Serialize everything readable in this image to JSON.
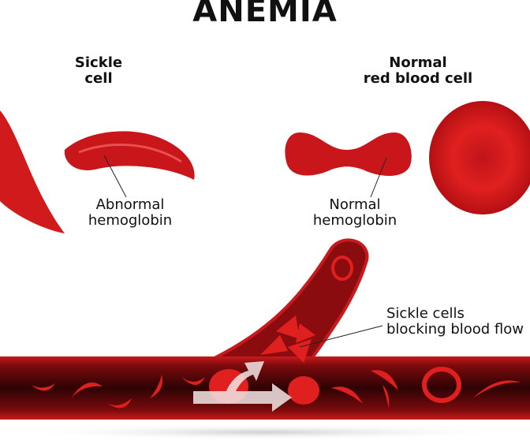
{
  "title": "ANEMIA",
  "sickle_heading": {
    "line1": "Sickle",
    "line2": "cell"
  },
  "normal_heading": {
    "line1": "Normal",
    "line2": "red blood cell"
  },
  "abnormal_label": {
    "line1": "Abnormal",
    "line2": "hemoglobin"
  },
  "normal_label": {
    "line1": "Normal",
    "line2": "hemoglobin"
  },
  "blocking_label": {
    "line1": "Sickle cells",
    "line2": "blocking blood flow"
  },
  "colors": {
    "cell_red": "#d4161a",
    "vessel_dark": "#4a0507",
    "vessel_wall": "#b51216",
    "arrow": "#f2e6e6"
  }
}
